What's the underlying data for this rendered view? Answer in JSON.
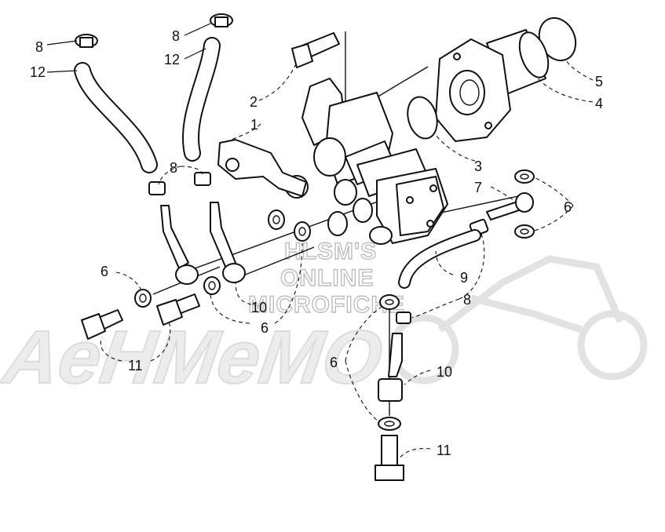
{
  "callouts": {
    "c1": "1",
    "c2": "2",
    "c3": "3",
    "c4": "4",
    "c5": "5",
    "c6a": "6",
    "c6b": "6",
    "c6c": "6",
    "c6d": "6",
    "c7": "7",
    "c8a": "8",
    "c8b": "8",
    "c8c": "8",
    "c8d": "8",
    "c9": "9",
    "c10a": "10",
    "c10b": "10",
    "c11a": "11",
    "c11b": "11",
    "c12a": "12",
    "c12b": "12"
  },
  "watermark": {
    "line1": "HLSM'S",
    "line2": "ONLINE",
    "line3": "MICROFICHE",
    "logo": "AeHMeMO"
  }
}
